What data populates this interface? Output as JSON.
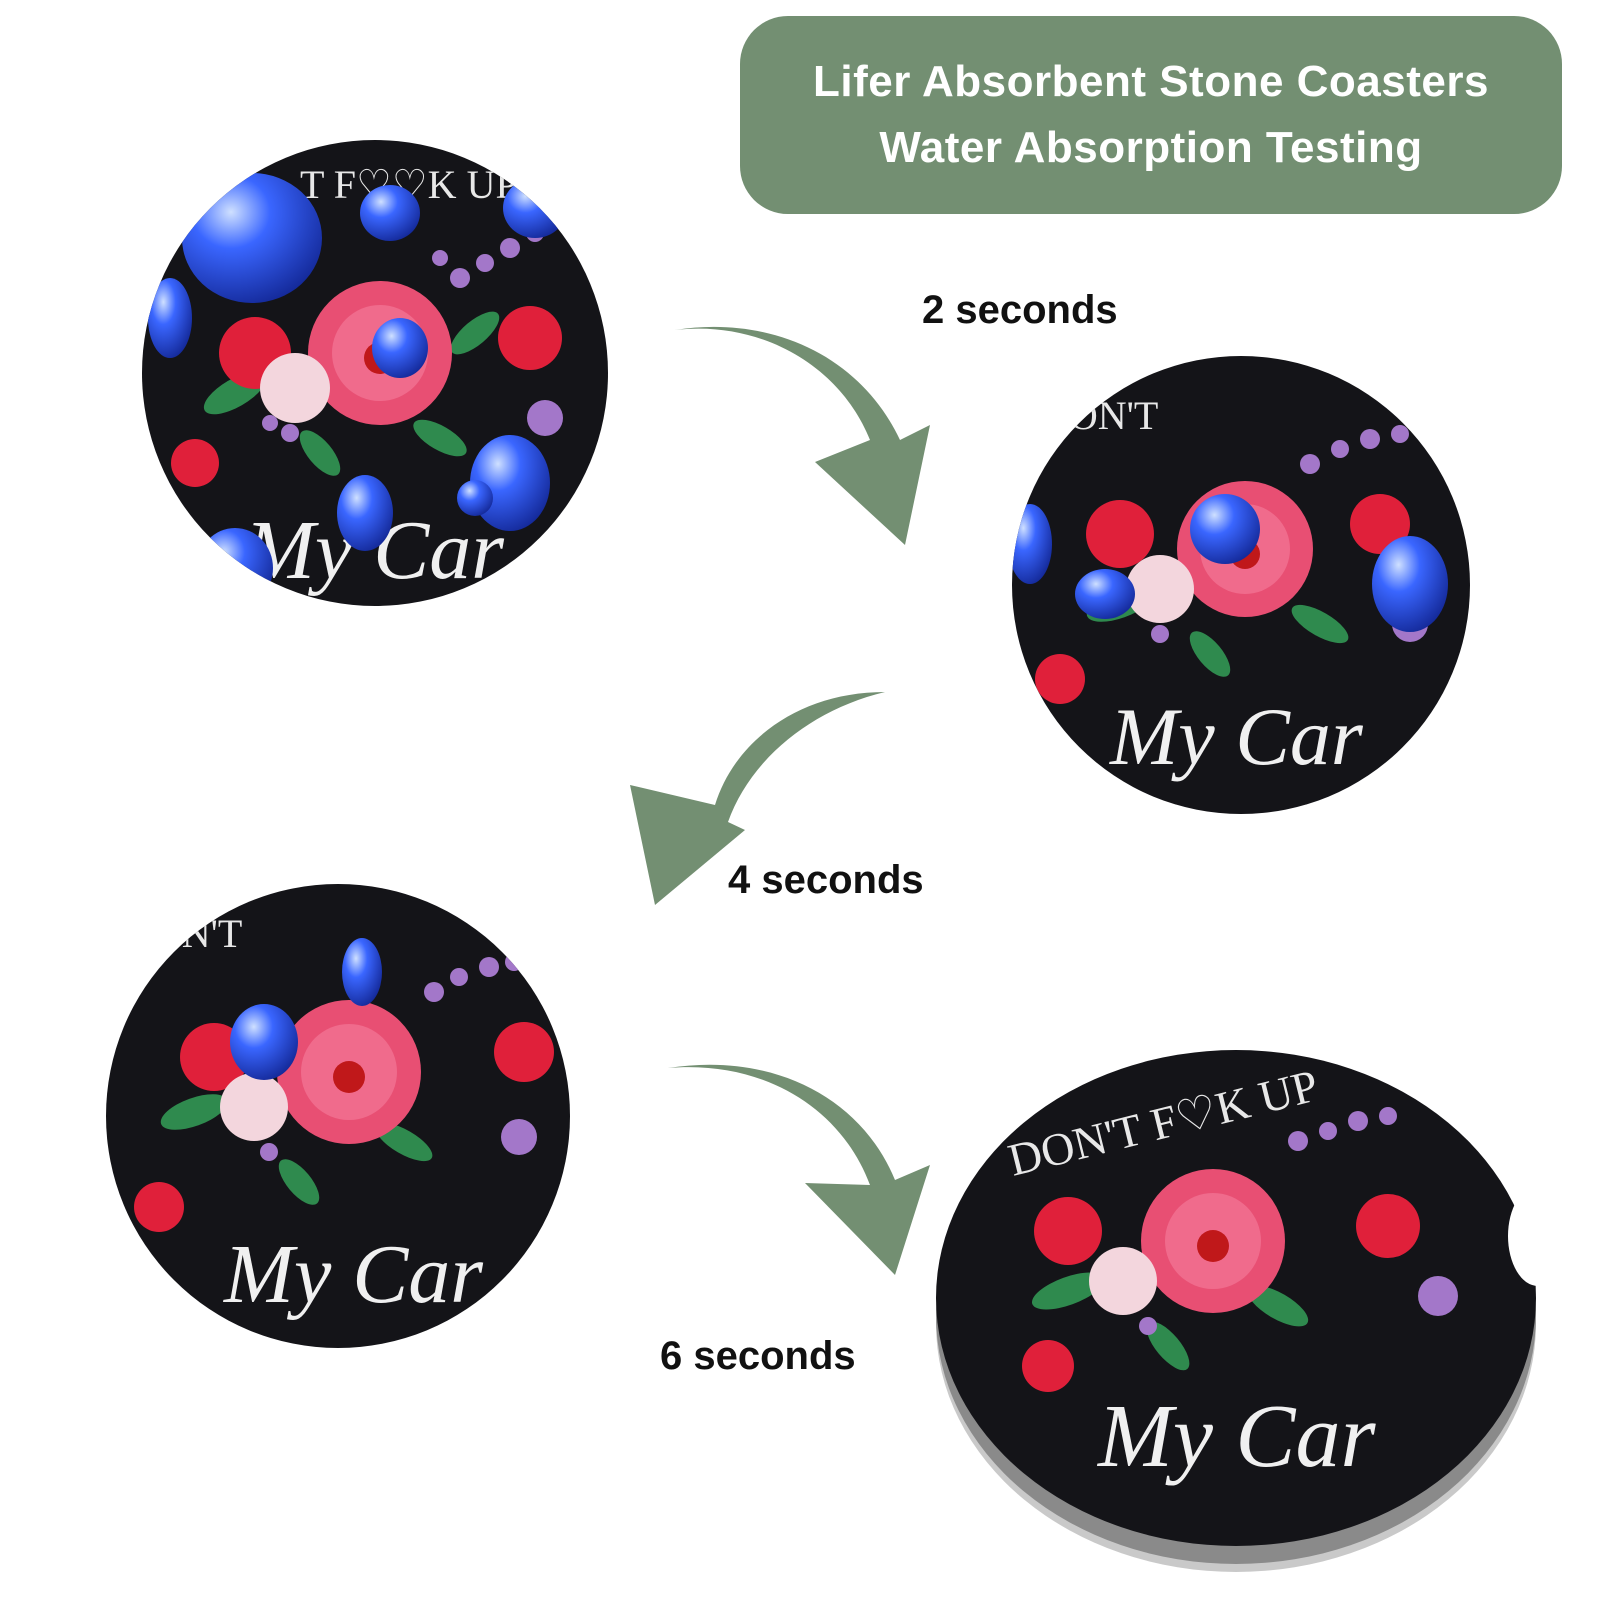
{
  "title": {
    "line1": "Lifer Absorbent Stone Coasters",
    "line2": "Water Absorption Testing"
  },
  "steps": [
    {
      "label": "2 seconds"
    },
    {
      "label": "4 seconds"
    },
    {
      "label": "6 seconds"
    }
  ],
  "coaster": {
    "top_text": "DON'T F♡K UP",
    "bottom_text": "My Car"
  },
  "colors": {
    "banner": "#738f72",
    "arrow": "#738f72",
    "coaster": "#141418",
    "droplet": "#1f3fd6"
  }
}
